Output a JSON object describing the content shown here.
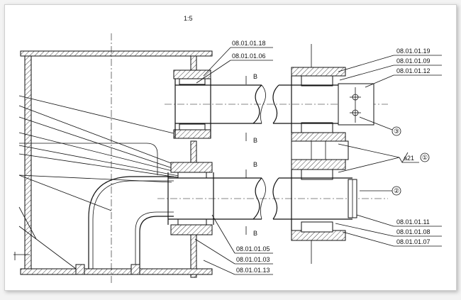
{
  "drawing": {
    "scale": "1:5",
    "section_marks": [
      "B",
      "B",
      "B",
      "B"
    ],
    "part_labels_center": [
      "08.01.01.18",
      "08.01.01.06"
    ],
    "part_labels_right_top": [
      "08.01.01.19",
      "08.01.01.09",
      "08.01.01.12"
    ],
    "part_labels_bottom_center": [
      "08.01.01.05",
      "08.01.01.03",
      "08.01.01.13"
    ],
    "part_labels_right_bottom": [
      "08.01.01.11",
      "08.01.01.08",
      "08.01.01.07"
    ],
    "callouts": [
      "③",
      "①",
      "②"
    ],
    "surface_finish": "a21"
  }
}
